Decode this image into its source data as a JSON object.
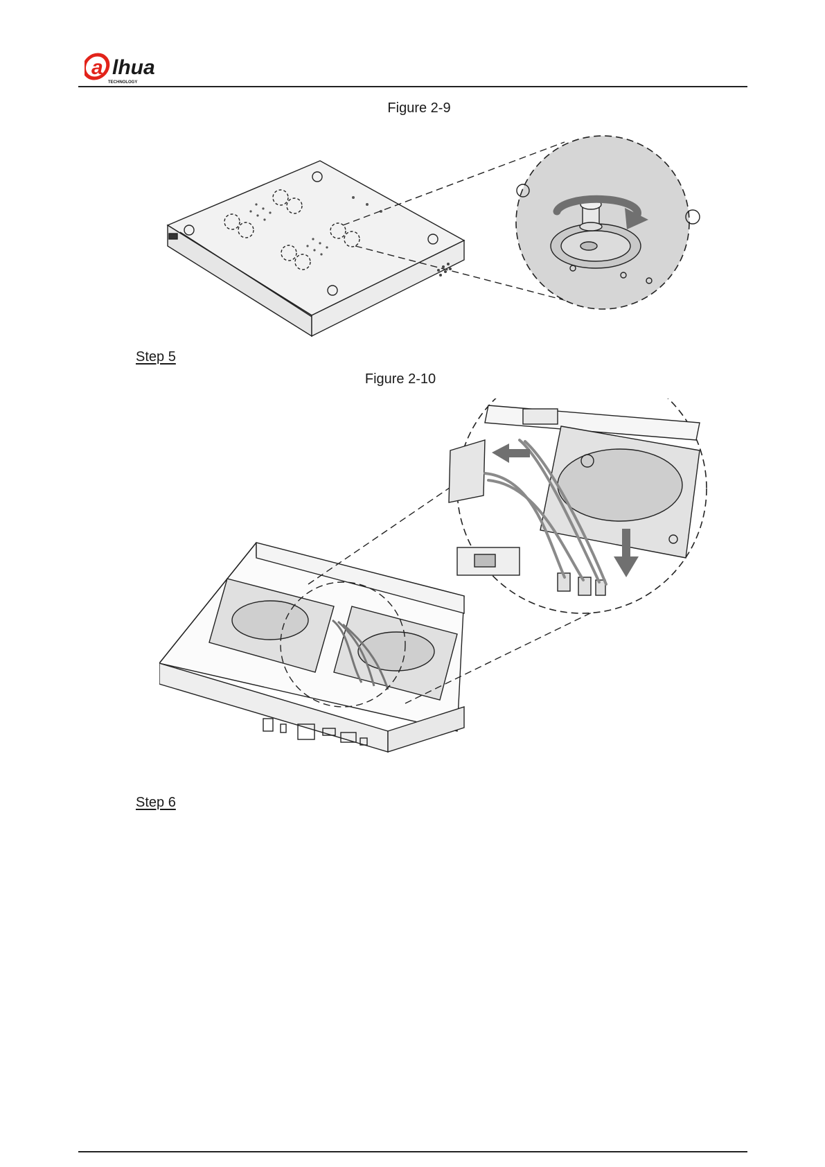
{
  "header": {
    "logo_text": "alhua",
    "logo_subtext": "TECHNOLOGY"
  },
  "figures": [
    {
      "caption": "Figure 2-9"
    },
    {
      "caption": "Figure 2-10"
    }
  ],
  "steps": [
    {
      "label": "Step 5"
    },
    {
      "label": "Step 6"
    }
  ],
  "colors": {
    "logo_red": "#e2231a",
    "line": "#222222",
    "device_gray": "#d6d6d6",
    "arrow_gray": "#707070"
  }
}
